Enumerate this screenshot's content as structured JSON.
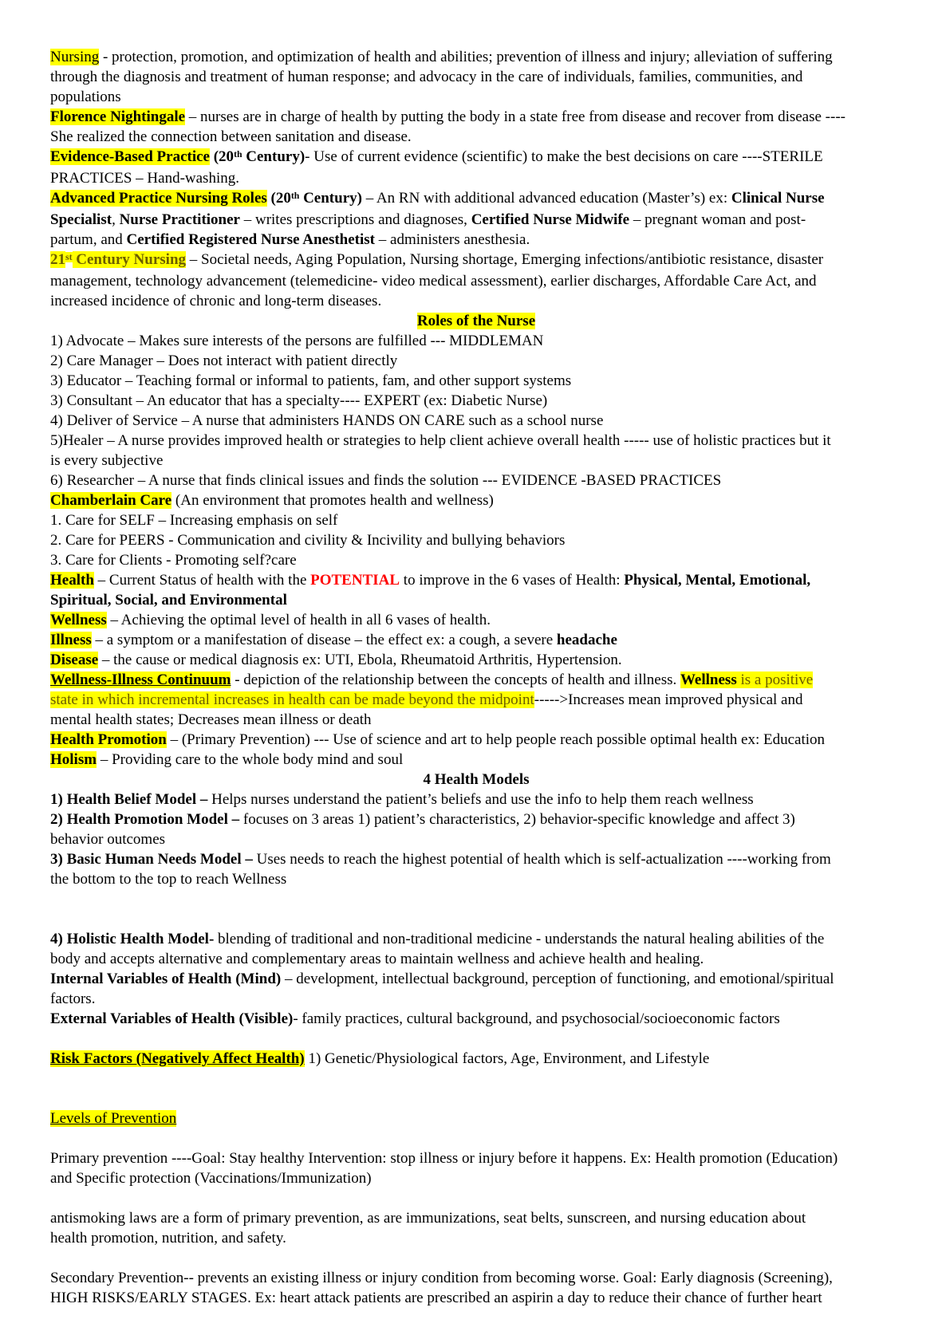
{
  "page": {
    "background": "#ffffff"
  },
  "colors": {
    "highlight": "#ffff00",
    "emphasis_red": "#ff0000",
    "highlight_text_olive": "#6b5d00",
    "body_text": "#000000"
  },
  "document": {
    "lines": [
      {
        "seg": [
          [
            "Nursing",
            "h"
          ],
          [
            " - protection, promotion, and optimization of health and abilities; prevention of illness and injury; alleviation of suffering",
            ""
          ]
        ]
      },
      {
        "seg": [
          [
            "through the diagnosis and treatment of human response; and advocacy in the care of individuals, families, communities, and",
            ""
          ]
        ]
      },
      {
        "seg": [
          [
            "populations",
            ""
          ]
        ]
      },
      {
        "seg": [
          [
            "Florence Nightingale",
            "bh"
          ],
          [
            " – nurses are in charge of health by putting the body in a state free from disease and recover from disease ----",
            ""
          ]
        ]
      },
      {
        "seg": [
          [
            "She realized the connection between sanitation and disease.",
            ""
          ]
        ]
      },
      {
        "seg": [
          [
            "Evidence-Based Practice",
            "bh"
          ],
          [
            " (20",
            "b"
          ],
          [
            "th",
            "bs"
          ],
          [
            " Century)",
            "b"
          ],
          [
            "- Use of current evidence (scientific) to make the best decisions on care ----STERILE",
            ""
          ]
        ]
      },
      {
        "seg": [
          [
            "PRACTICES – Hand-washing.",
            ""
          ]
        ]
      },
      {
        "seg": [
          [
            "Advanced Practice Nursing Roles",
            "bh"
          ],
          [
            " (20",
            "b"
          ],
          [
            "th",
            "bs"
          ],
          [
            " Century)",
            "b"
          ],
          [
            " – An RN with additional advanced education (Master’s) ex: ",
            ""
          ],
          [
            "Clinical Nurse",
            "b"
          ]
        ]
      },
      {
        "seg": [
          [
            "Specialist",
            "b"
          ],
          [
            ", ",
            ""
          ],
          [
            "Nurse Practitioner",
            "b"
          ],
          [
            " – writes prescriptions and diagnoses, ",
            ""
          ],
          [
            "Certified Nurse Midwife",
            "b"
          ],
          [
            " – pregnant woman and post-",
            ""
          ]
        ]
      },
      {
        "seg": [
          [
            "partum, and ",
            ""
          ],
          [
            "Certified Registered Nurse Anesthetist",
            "b"
          ],
          [
            " – administers anesthesia.",
            ""
          ]
        ]
      },
      {
        "seg": [
          [
            "21",
            "bho"
          ],
          [
            "st",
            "bhos"
          ],
          [
            " Century Nursing",
            "bho"
          ],
          [
            " – Societal needs, Aging Population, Nursing shortage, Emerging infections/antibiotic resistance, disaster",
            ""
          ]
        ]
      },
      {
        "seg": [
          [
            "management, technology advancement (telemedicine- video medical assessment), earlier discharges, Affordable Care Act, and",
            ""
          ]
        ]
      },
      {
        "seg": [
          [
            "increased incidence of chronic and long-term diseases.",
            ""
          ]
        ]
      },
      {
        "center": true,
        "seg": [
          [
            "Roles of the Nurse",
            "bh"
          ]
        ]
      },
      {
        "seg": [
          [
            "1) Advocate – Makes sure interests of the persons are fulfilled --- MIDDLEMAN",
            ""
          ]
        ]
      },
      {
        "seg": [
          [
            "2) Care Manager – Does not interact with patient directly",
            ""
          ]
        ]
      },
      {
        "seg": [
          [
            "3) Educator – Teaching formal or informal to patients, fam, and other support systems",
            ""
          ]
        ]
      },
      {
        "seg": [
          [
            "3) Consultant – An educator that has a specialty---- EXPERT (ex: Diabetic Nurse)",
            ""
          ]
        ]
      },
      {
        "seg": [
          [
            "4) Deliver of Service – A nurse that administers HANDS ON CARE such as a school nurse",
            ""
          ]
        ]
      },
      {
        "seg": [
          [
            "5)Healer – A nurse provides improved health or strategies to help client achieve overall health ----- use of holistic practices but it",
            ""
          ]
        ]
      },
      {
        "seg": [
          [
            "is every subjective",
            ""
          ]
        ]
      },
      {
        "seg": [
          [
            "6) Researcher – A nurse that finds clinical issues and finds the solution --- EVIDENCE -BASED PRACTICES",
            ""
          ]
        ]
      },
      {
        "seg": [
          [
            "Chamberlain Care",
            "bh"
          ],
          [
            " (An environment that promotes health and wellness)",
            ""
          ]
        ]
      },
      {
        "seg": [
          [
            "1. Care for SELF – Increasing emphasis on self",
            ""
          ]
        ]
      },
      {
        "seg": [
          [
            "2. Care for PEERS - Communication and civility & Incivility and bullying behaviors",
            ""
          ]
        ]
      },
      {
        "seg": [
          [
            "3. Care for Clients - Promoting self?care",
            ""
          ]
        ]
      },
      {
        "seg": [
          [
            "Health",
            "bh"
          ],
          [
            " – Current Status of health with the ",
            ""
          ],
          [
            "POTENTIAL",
            "br"
          ],
          [
            " to improve in the 6 vases of Health: ",
            ""
          ],
          [
            "Physical, Mental, Emotional,",
            "b"
          ]
        ]
      },
      {
        "seg": [
          [
            "Spiritual, Social, and Environmental",
            "b"
          ]
        ]
      },
      {
        "seg": [
          [
            "Wellness",
            "bh"
          ],
          [
            " – Achieving the optimal level of health in all 6 vases of health.",
            ""
          ]
        ]
      },
      {
        "seg": [
          [
            "Illness",
            "bh"
          ],
          [
            " – a symptom or a manifestation of disease – the effect ex: a cough, a severe ",
            ""
          ],
          [
            "headache",
            "b"
          ]
        ]
      },
      {
        "seg": [
          [
            "Disease",
            "bh"
          ],
          [
            " – the cause or medical diagnosis ex: UTI, Ebola, Rheumatoid Arthritis, Hypertension.",
            ""
          ]
        ]
      },
      {
        "seg": [
          [
            "Wellness-Illness Continuum",
            "bhu"
          ],
          [
            " - depiction of the relationship between the concepts of health and illness. ",
            ""
          ],
          [
            "Wellness",
            "bh"
          ],
          [
            " is a positive",
            "ho"
          ]
        ]
      },
      {
        "seg": [
          [
            "state in which incremental increases in health can be made beyond the midpoint",
            "ho"
          ],
          [
            "----->Increases mean improved physical and",
            ""
          ]
        ]
      },
      {
        "seg": [
          [
            "mental health states; Decreases mean illness or death",
            ""
          ]
        ]
      },
      {
        "seg": [
          [
            "Health Promotion",
            "bh"
          ],
          [
            " – (Primary Prevention) --- Use of science and art to help people reach possible optimal health ex: Education",
            ""
          ]
        ]
      },
      {
        "seg": [
          [
            "Holism",
            "bh"
          ],
          [
            " – Providing care to the whole body mind and soul",
            ""
          ]
        ]
      },
      {
        "center": true,
        "seg": [
          [
            "4 Health Models",
            "b"
          ]
        ]
      },
      {
        "seg": [
          [
            "1) Health Belief Model –",
            "b"
          ],
          [
            " Helps nurses understand the patient’s beliefs and use the info to help them reach wellness",
            ""
          ]
        ]
      },
      {
        "seg": [
          [
            "2) Health Promotion Model –",
            "b"
          ],
          [
            " focuses on 3 areas 1) patient’s characteristics, 2) behavior-specific knowledge and affect 3)",
            ""
          ]
        ]
      },
      {
        "seg": [
          [
            "behavior outcomes",
            ""
          ]
        ]
      },
      {
        "seg": [
          [
            "3) Basic Human Needs Model –",
            "b"
          ],
          [
            " Uses needs to reach the highest potential of health which is self-actualization ----working from",
            ""
          ]
        ]
      },
      {
        "seg": [
          [
            "the bottom to the top to reach Wellness",
            ""
          ]
        ]
      },
      {
        "blank": true
      },
      {
        "blank": true
      },
      {
        "seg": [
          [
            "4) Holistic Health Model-",
            "b"
          ],
          [
            " blending of traditional and non-traditional medicine - understands the natural healing abilities of the",
            ""
          ]
        ]
      },
      {
        "seg": [
          [
            "body and accepts alternative and complementary areas to maintain wellness and achieve health and healing.",
            ""
          ]
        ]
      },
      {
        "seg": [
          [
            "Internal Variables of Health (Mind)",
            "b"
          ],
          [
            " – development, intellectual background, perception of functioning, and emotional/spiritual",
            ""
          ]
        ]
      },
      {
        "seg": [
          [
            "factors.",
            ""
          ]
        ]
      },
      {
        "seg": [
          [
            "External Variables of Health (Visible)",
            "b"
          ],
          [
            "- family practices, cultural background, and psychosocial/socioeconomic factors",
            ""
          ]
        ]
      },
      {
        "blank": true
      },
      {
        "seg": [
          [
            "Risk Factors (Negatively Affect Health)",
            "bhu"
          ],
          [
            " 1) Genetic/Physiological factors, Age, Environment, and Lifestyle",
            ""
          ]
        ]
      },
      {
        "blank": true
      },
      {
        "blank": true
      },
      {
        "seg": [
          [
            "Levels of Prevention",
            "hu"
          ]
        ]
      },
      {
        "blank": true
      },
      {
        "seg": [
          [
            "Primary prevention ----Goal: Stay healthy Intervention: stop illness or injury before it happens. Ex: Health promotion (Education)",
            ""
          ]
        ]
      },
      {
        "seg": [
          [
            "and Specific protection (Vaccinations/Immunization)",
            ""
          ]
        ]
      },
      {
        "blank": true
      },
      {
        "seg": [
          [
            "antismoking laws are a form of primary prevention, as are immunizations, seat belts, sunscreen, and nursing education about",
            ""
          ]
        ]
      },
      {
        "seg": [
          [
            "health promotion, nutrition, and safety.",
            ""
          ]
        ]
      },
      {
        "blank": true
      },
      {
        "seg": [
          [
            "Secondary Prevention-- prevents an existing illness or injury condition from becoming worse. Goal: Early diagnosis (Screening),",
            ""
          ]
        ]
      },
      {
        "seg": [
          [
            "HIGH RISKS/EARLY STAGES. Ex: heart attack patients are prescribed an aspirin a day to reduce their chance of further heart",
            ""
          ]
        ]
      }
    ]
  }
}
